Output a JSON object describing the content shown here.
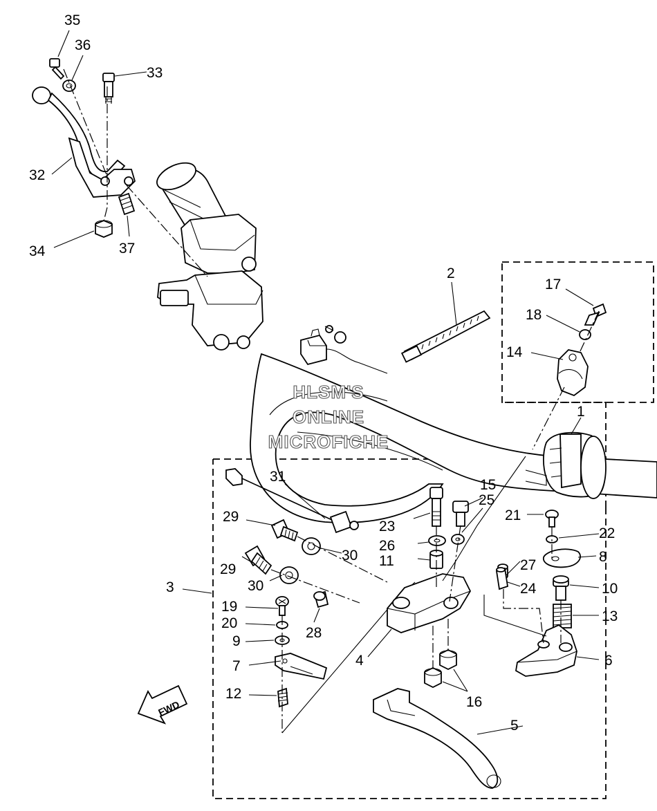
{
  "watermark": {
    "line1": "HLSM'S",
    "line2": "ONLINE",
    "line3": "MICROFICHE"
  },
  "direction_arrow": {
    "label": "FWD"
  },
  "part_labels": {
    "p1": "1",
    "p2": "2",
    "p3": "3",
    "p4": "4",
    "p5": "5",
    "p6": "6",
    "p7": "7",
    "p8": "8",
    "p9": "9",
    "p10": "10",
    "p11": "11",
    "p12": "12",
    "p13": "13",
    "p14": "14",
    "p15": "15",
    "p16": "16",
    "p17": "17",
    "p18": "18",
    "p19": "19",
    "p20": "20",
    "p21": "21",
    "p22": "22",
    "p23": "23",
    "p24": "24",
    "p25": "25",
    "p26": "26",
    "p27": "27",
    "p28": "28",
    "p29a": "29",
    "p29b": "29",
    "p30a": "30",
    "p30b": "30",
    "p31": "31",
    "p32": "32",
    "p33": "33",
    "p34": "34",
    "p35": "35",
    "p36": "36",
    "p37": "37"
  }
}
